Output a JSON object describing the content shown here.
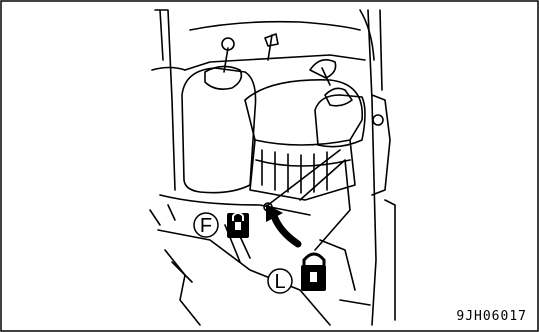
{
  "figure": {
    "code": "9JH06017",
    "markers": {
      "free_position": "F",
      "lock_position": "L"
    },
    "icons": [
      "lock-icon",
      "lock-icon",
      "arrow-up-icon"
    ]
  }
}
